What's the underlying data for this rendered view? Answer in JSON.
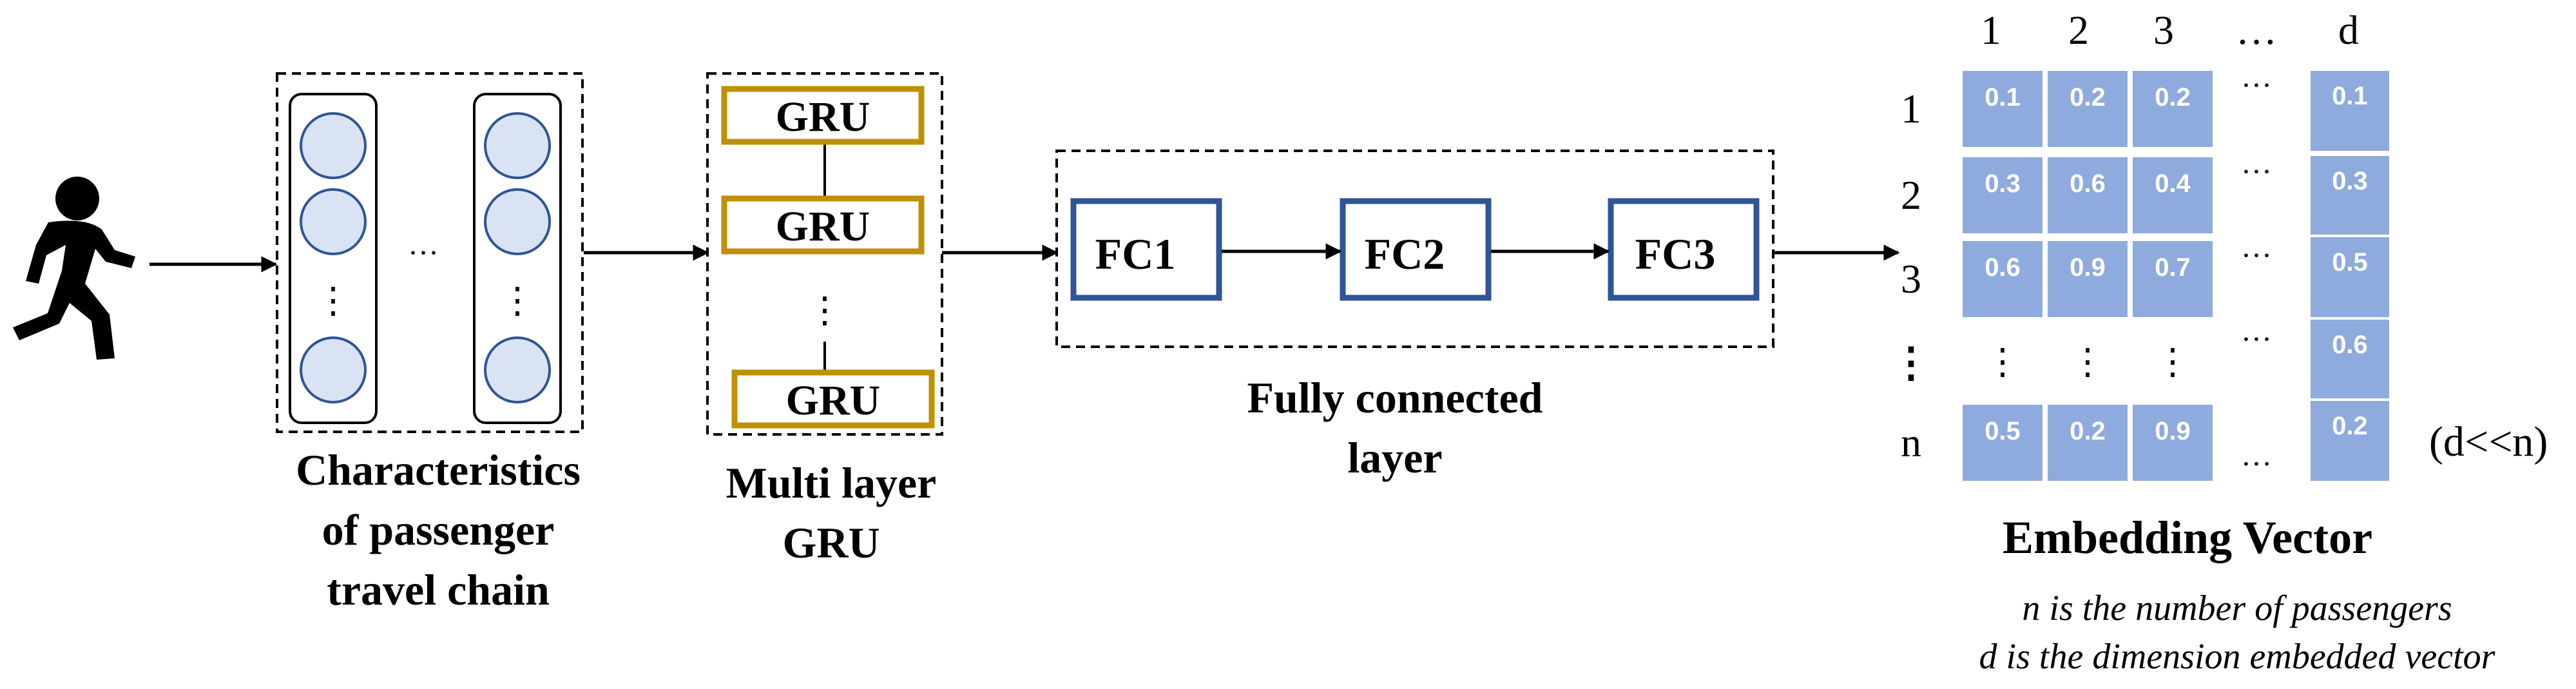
{
  "colors": {
    "stroke": "#000000",
    "gru_border": "#BF9000",
    "fc_border": "#2F5597",
    "node_fill": "#DAE3F3",
    "node_stroke": "#2F5597",
    "cell_fill": "#8FAADC",
    "cell_text": "#FFFFFF"
  },
  "passenger": {
    "icon": "running-person-icon"
  },
  "travel_chain": {
    "ellipsis_h": "···",
    "ellipsis_v": "⋮",
    "caption": [
      "Characteristics",
      "of passenger",
      "travel chain"
    ]
  },
  "gru": {
    "blocks": [
      "GRU",
      "GRU",
      "GRU"
    ],
    "ellipsis_v": "⋮",
    "caption": [
      "Multi layer",
      "GRU"
    ]
  },
  "fc": {
    "blocks": [
      "FC1",
      "FC2",
      "FC3"
    ],
    "caption": [
      "Fully connected",
      "layer"
    ]
  },
  "embedding": {
    "col_labels": [
      "1",
      "2",
      "3",
      "…",
      "d"
    ],
    "row_labels": [
      "1",
      "2",
      "3",
      "⋮",
      "n"
    ],
    "rows": [
      [
        "0.1",
        "0.2",
        "0.2"
      ],
      [
        "0.3",
        "0.6",
        "0.4"
      ],
      [
        "0.6",
        "0.9",
        "0.7"
      ],
      [
        "⋮",
        "⋮",
        "⋮"
      ],
      [
        "0.5",
        "0.2",
        "0.9"
      ]
    ],
    "ellipsis_col": [
      "···",
      "···",
      "···",
      "···",
      "…"
    ],
    "d_column": [
      "0.1",
      "0.3",
      "0.5",
      "0.6",
      "0.2"
    ],
    "constraint": "(d<<n)",
    "title": "Embedding  Vector",
    "notes": [
      "n is the number of passengers",
      "d is the dimension embedded vector"
    ]
  }
}
